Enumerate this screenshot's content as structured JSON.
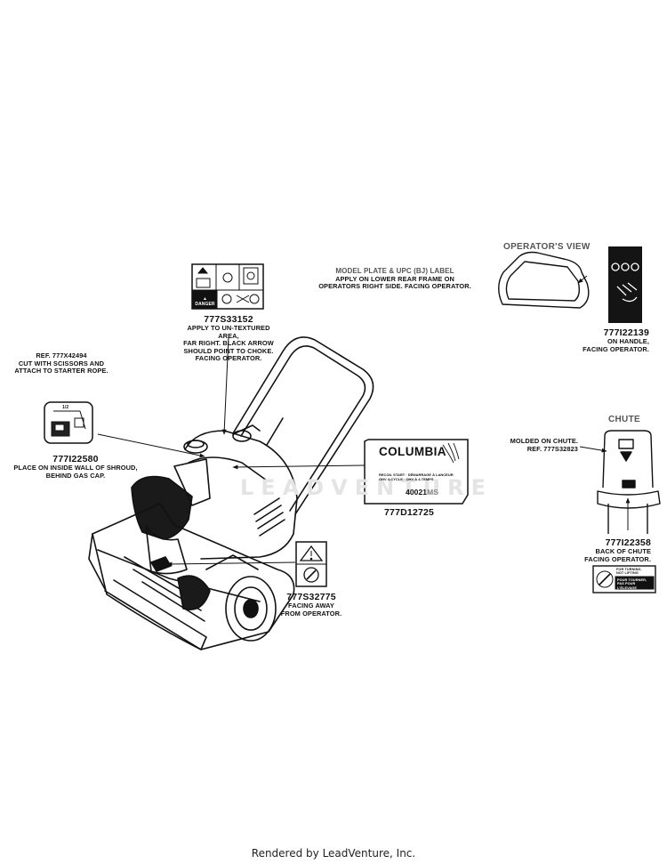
{
  "watermark": "LEADVENTURE",
  "footer": "Rendered by LeadVenture, Inc.",
  "headers": {
    "operators_view": "OPERATOR'S VIEW",
    "chute": "CHUTE"
  },
  "callouts": {
    "model_plate": {
      "title": "MODEL PLATE & UPC (BJ) LABEL",
      "l1": "APPLY ON LOWER REAR FRAME ON",
      "l2": "OPERATORS RIGHT SIDE. FACING OPERATOR."
    },
    "p33152": {
      "part": "777S33152",
      "l1": "APPLY TO UN-TEXTURED AREA,",
      "l2": "FAR RIGHT. BLACK ARROW",
      "l3": "SHOULD POINT TO CHOKE.",
      "l4": "FACING OPERATOR."
    },
    "ref42494": {
      "l1": "REF. 777X42494",
      "l2": "CUT WITH SCISSORS AND",
      "l3": "ATTACH TO STARTER ROPE."
    },
    "p22580": {
      "part": "777I22580",
      "l1": "PLACE ON INSIDE WALL OF SHROUD,",
      "l2": "BEHIND GAS CAP."
    },
    "p22139": {
      "part": "777I22139",
      "l1": "ON HANDLE,",
      "l2": "FACING OPERATOR."
    },
    "molded": {
      "l1": "MOLDED ON CHUTE.",
      "l2": "REF. 777S32823"
    },
    "p12725": {
      "part": "777D12725"
    },
    "p22358": {
      "part": "777I22358",
      "l1": "BACK OF CHUTE",
      "l2": "FACING OPERATOR."
    },
    "p32775": {
      "part": "777S32775",
      "l1": "FACING AWAY",
      "l2": "FROM OPERATOR."
    }
  },
  "decals": {
    "columbia": {
      "brand": "COLUMBIA",
      "small": "RECOIL START · DÉMARRAGE À LANCEUR",
      "small2": "OHV 4-CYCLE · OHV À 4-TEMPS",
      "model": "40021",
      "model_suffix": "MS"
    },
    "danger": {
      "word": "▲ DANGER"
    },
    "turning": {
      "l1": "FOR TURNING,",
      "l2": "NOT LIFTING",
      "l3": "POUR TOURNER,",
      "l4": "PAS POUR L'ÉLEVAGE"
    },
    "choke_frac": "1/2"
  }
}
